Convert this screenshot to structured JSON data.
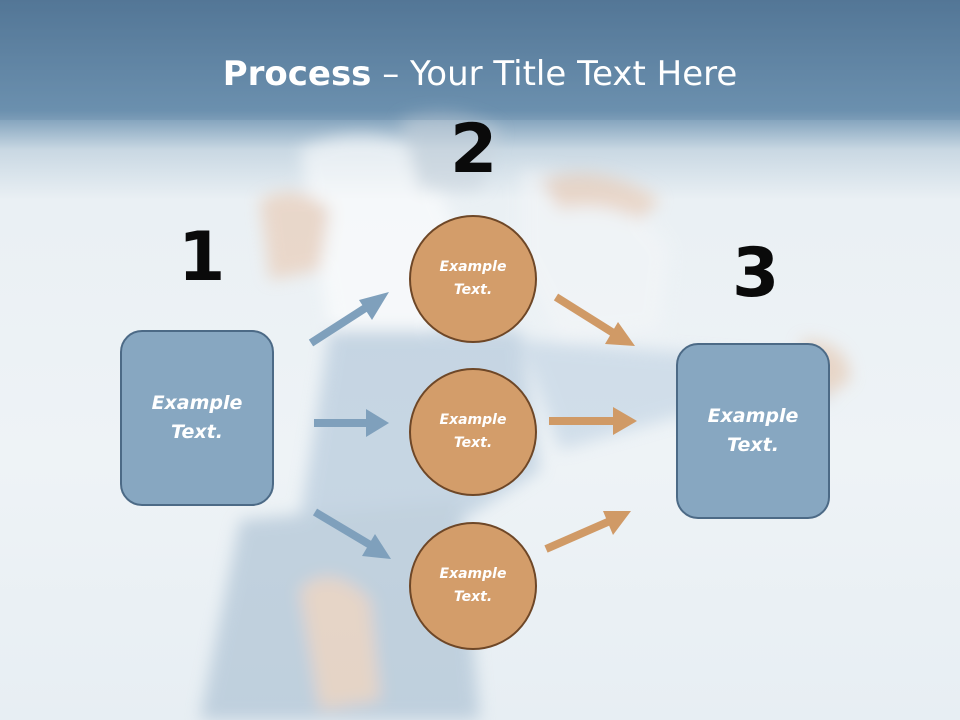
{
  "title": {
    "bold": "Process",
    "rest": " – Your Title Text Here"
  },
  "steps": {
    "one": "1",
    "two": "2",
    "three": "3"
  },
  "left_box": {
    "text": "Example Text."
  },
  "right_box": {
    "text": "Example Text."
  },
  "circles": [
    {
      "text": "Example Text."
    },
    {
      "text": "Example Text."
    },
    {
      "text": "Example Text."
    }
  ],
  "colors": {
    "header_blue": "#5f84a3",
    "box_fill": "#87a7c1",
    "box_border": "#4c6a86",
    "circle_fill": "#d39d6a",
    "circle_border": "#6e4727",
    "arrow_blue": "#7fa0bc",
    "arrow_orange": "#d09a66"
  }
}
